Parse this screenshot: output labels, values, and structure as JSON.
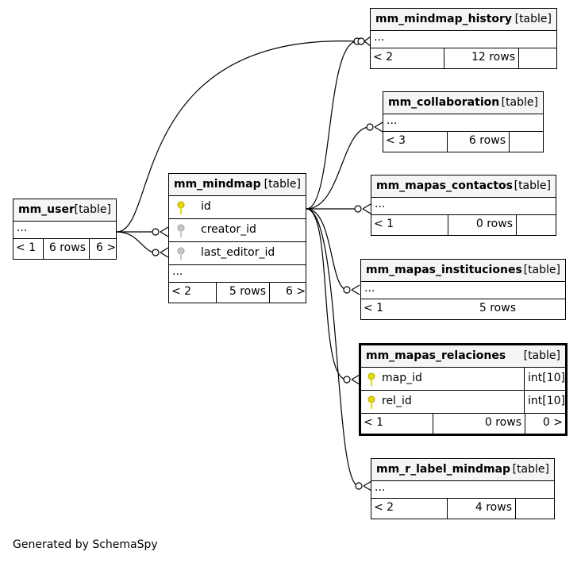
{
  "footer_note": "Generated by SchemaSpy",
  "table_kind": "[table]",
  "ellipsis": "...",
  "tables": {
    "mm_user": {
      "name": "mm_user",
      "parents": "< 1",
      "rows": "6 rows",
      "children": "6 >"
    },
    "mm_mindmap": {
      "name": "mm_mindmap",
      "columns": [
        {
          "name": "id",
          "key": "primary"
        },
        {
          "name": "creator_id",
          "key": "foreign"
        },
        {
          "name": "last_editor_id",
          "key": "foreign"
        }
      ],
      "parents": "< 2",
      "rows": "5 rows",
      "children": "6 >"
    },
    "mm_mindmap_history": {
      "name": "mm_mindmap_history",
      "parents": "< 2",
      "rows": "12 rows",
      "children": ""
    },
    "mm_collaboration": {
      "name": "mm_collaboration",
      "parents": "< 3",
      "rows": "6 rows",
      "children": ""
    },
    "mm_mapas_contactos": {
      "name": "mm_mapas_contactos",
      "parents": "< 1",
      "rows": "0 rows",
      "children": ""
    },
    "mm_mapas_instituciones": {
      "name": "mm_mapas_instituciones",
      "parents": "< 1",
      "rows": "5 rows",
      "children": ""
    },
    "mm_mapas_relaciones": {
      "name": "mm_mapas_relaciones",
      "columns": [
        {
          "name": "map_id",
          "type": "int[10]",
          "key": "primary"
        },
        {
          "name": "rel_id",
          "type": "int[10]",
          "key": "primary"
        }
      ],
      "parents": "< 1",
      "rows": "0 rows",
      "children": "0 >"
    },
    "mm_r_label_mindmap": {
      "name": "mm_r_label_mindmap",
      "parents": "< 2",
      "rows": "4 rows",
      "children": ""
    }
  },
  "colors": {
    "primary_key": "#e6d800",
    "foreign_key": "#b0b0b0",
    "header_bg": "#f5f5f5"
  }
}
